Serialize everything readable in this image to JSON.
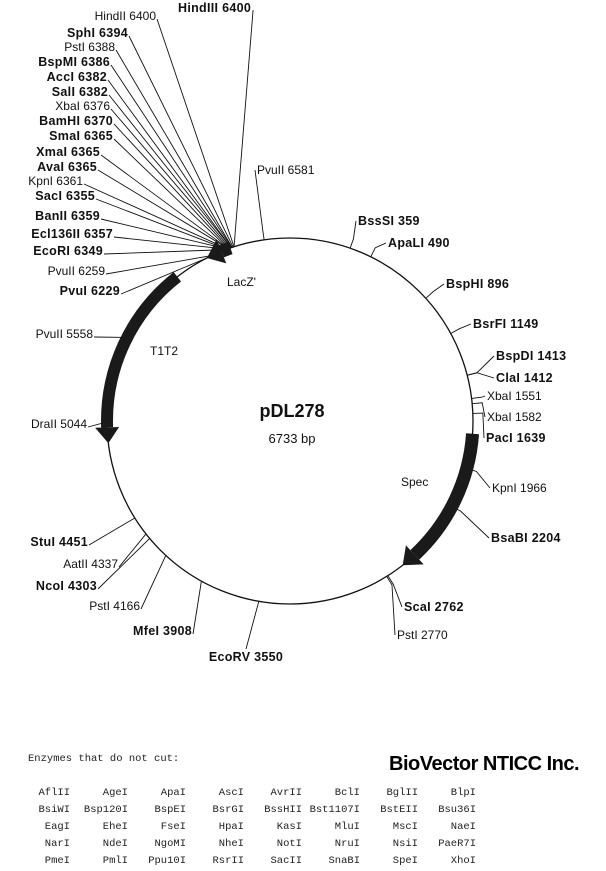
{
  "plasmid": {
    "name": "pDL278",
    "size_label": "6733 bp",
    "length_bp": 6733
  },
  "features": [
    {
      "name": "LacZ'"
    },
    {
      "name": "T1T2"
    },
    {
      "name": "Spec"
    }
  ],
  "sites": [
    {
      "name": "HindIII",
      "pos": 6400,
      "bold": true
    },
    {
      "name": "HindII",
      "pos": 6400,
      "bold": false
    },
    {
      "name": "SphI",
      "pos": 6394,
      "bold": true
    },
    {
      "name": "PstI",
      "pos": 6388,
      "bold": false
    },
    {
      "name": "BspMI",
      "pos": 6386,
      "bold": true
    },
    {
      "name": "AccI",
      "pos": 6382,
      "bold": true
    },
    {
      "name": "SalI",
      "pos": 6382,
      "bold": true
    },
    {
      "name": "XbaI",
      "pos": 6376,
      "bold": false
    },
    {
      "name": "BamHI",
      "pos": 6370,
      "bold": true
    },
    {
      "name": "SmaI",
      "pos": 6365,
      "bold": true
    },
    {
      "name": "XmaI",
      "pos": 6365,
      "bold": true
    },
    {
      "name": "AvaI",
      "pos": 6365,
      "bold": true
    },
    {
      "name": "KpnI",
      "pos": 6361,
      "bold": false
    },
    {
      "name": "SacI",
      "pos": 6355,
      "bold": true
    },
    {
      "name": "BanII",
      "pos": 6359,
      "bold": true
    },
    {
      "name": "Ecl136II",
      "pos": 6357,
      "bold": true
    },
    {
      "name": "EcoRI",
      "pos": 6349,
      "bold": true
    },
    {
      "name": "PvuII",
      "pos": 6259,
      "bold": false
    },
    {
      "name": "PvuI",
      "pos": 6229,
      "bold": true
    },
    {
      "name": "PvuII",
      "pos": 6581,
      "bold": false
    },
    {
      "name": "BssSI",
      "pos": 359,
      "bold": true
    },
    {
      "name": "ApaLI",
      "pos": 490,
      "bold": true
    },
    {
      "name": "BspHI",
      "pos": 896,
      "bold": true
    },
    {
      "name": "BsrFI",
      "pos": 1149,
      "bold": true
    },
    {
      "name": "BspDI",
      "pos": 1413,
      "bold": true
    },
    {
      "name": "ClaI",
      "pos": 1412,
      "bold": true
    },
    {
      "name": "XbaI",
      "pos": 1551,
      "bold": false
    },
    {
      "name": "XbaI",
      "pos": 1582,
      "bold": false
    },
    {
      "name": "PacI",
      "pos": 1639,
      "bold": true
    },
    {
      "name": "KpnI",
      "pos": 1966,
      "bold": false
    },
    {
      "name": "BsaBI",
      "pos": 2204,
      "bold": true
    },
    {
      "name": "ScaI",
      "pos": 2762,
      "bold": true
    },
    {
      "name": "PstI",
      "pos": 2770,
      "bold": false
    },
    {
      "name": "EcoRV",
      "pos": 3550,
      "bold": true
    },
    {
      "name": "MfeI",
      "pos": 3908,
      "bold": true
    },
    {
      "name": "PstI",
      "pos": 4166,
      "bold": false
    },
    {
      "name": "NcoI",
      "pos": 4303,
      "bold": true
    },
    {
      "name": "AatII",
      "pos": 4337,
      "bold": false
    },
    {
      "name": "StuI",
      "pos": 4451,
      "bold": true
    },
    {
      "name": "DraII",
      "pos": 5044,
      "bold": false
    },
    {
      "name": "PvuII",
      "pos": 5558,
      "bold": false
    }
  ],
  "non_cutters": {
    "title": "Enzymes that do not cut:",
    "rows": [
      [
        "AflII",
        "AgeI",
        "ApaI",
        "AscI",
        "AvrII",
        "BclI",
        "BglII",
        "BlpI"
      ],
      [
        "BsiWI",
        "Bsp120I",
        "BspEI",
        "BsrGI",
        "BssHII",
        "Bst1107I",
        "BstEII",
        "Bsu36I"
      ],
      [
        "EagI",
        "EheI",
        "FseI",
        "HpaI",
        "KasI",
        "MluI",
        "MscI",
        "NaeI"
      ],
      [
        "NarI",
        "NdeI",
        "NgoMI",
        "NheI",
        "NotI",
        "NruI",
        "NsiI",
        "PaeR7I"
      ],
      [
        "PmeI",
        "PmlI",
        "Ppu10I",
        "RsrII",
        "SacII",
        "SnaBI",
        "SpeI",
        "XhoI"
      ]
    ]
  },
  "watermark": "BioVector NTICC Inc."
}
